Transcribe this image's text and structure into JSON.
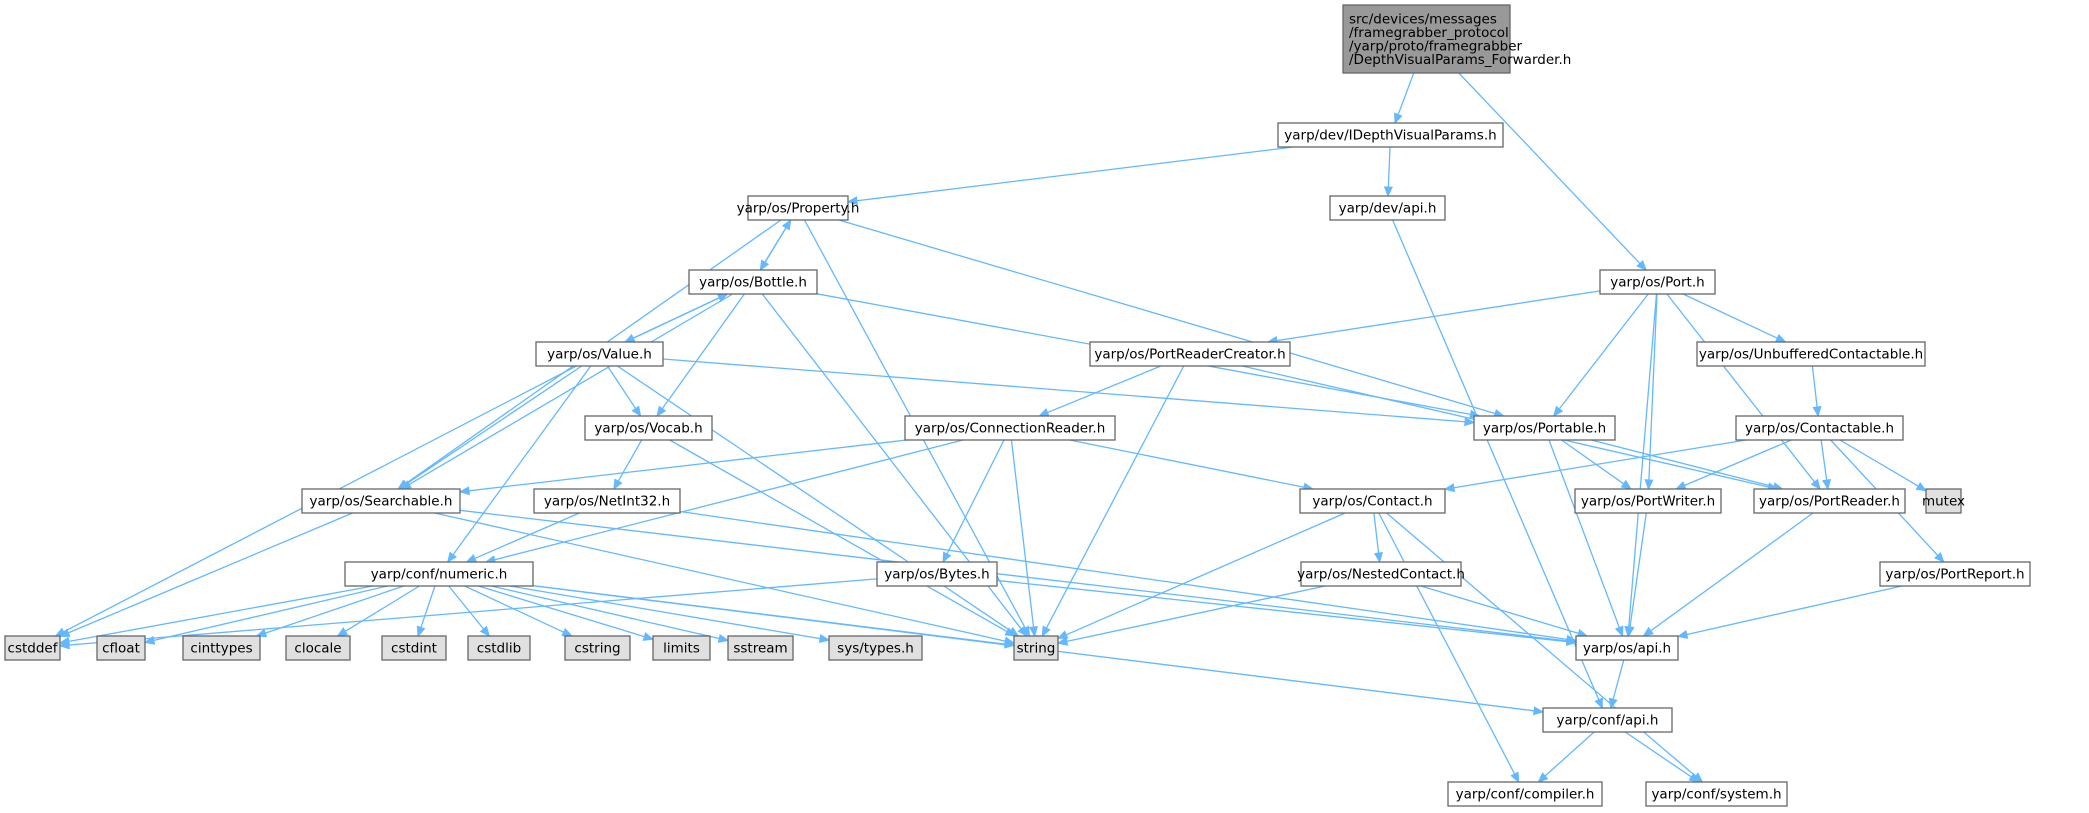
{
  "colors": {
    "root_fill": "#999999",
    "node_fill": "#ffffff",
    "system_fill": "#e0e0e0",
    "border": "#666666",
    "edge": "#63b8ff",
    "text": "#000000"
  },
  "nodes": [
    {
      "id": "root",
      "kind": "root",
      "lines": [
        "src/devices/messages",
        "/framegrabber_protocol",
        "/yarp/proto/framegrabber",
        "/DepthVisualParams_Forwarder.h"
      ]
    },
    {
      "id": "idepth",
      "kind": "header",
      "lines": [
        "yarp/dev/IDepthVisualParams.h"
      ]
    },
    {
      "id": "property",
      "kind": "header",
      "lines": [
        "yarp/os/Property.h"
      ]
    },
    {
      "id": "devapi",
      "kind": "header",
      "lines": [
        "yarp/dev/api.h"
      ]
    },
    {
      "id": "port",
      "kind": "header",
      "lines": [
        "yarp/os/Port.h"
      ]
    },
    {
      "id": "bottle",
      "kind": "header",
      "lines": [
        "yarp/os/Bottle.h"
      ]
    },
    {
      "id": "value",
      "kind": "header",
      "lines": [
        "yarp/os/Value.h"
      ]
    },
    {
      "id": "prc",
      "kind": "header",
      "lines": [
        "yarp/os/PortReaderCreator.h"
      ]
    },
    {
      "id": "unbuf",
      "kind": "header",
      "lines": [
        "yarp/os/UnbufferedContactable.h"
      ]
    },
    {
      "id": "vocab",
      "kind": "header",
      "lines": [
        "yarp/os/Vocab.h"
      ]
    },
    {
      "id": "connreader",
      "kind": "header",
      "lines": [
        "yarp/os/ConnectionReader.h"
      ]
    },
    {
      "id": "portable",
      "kind": "header",
      "lines": [
        "yarp/os/Portable.h"
      ]
    },
    {
      "id": "contactable",
      "kind": "header",
      "lines": [
        "yarp/os/Contactable.h"
      ]
    },
    {
      "id": "searchable",
      "kind": "header",
      "lines": [
        "yarp/os/Searchable.h"
      ]
    },
    {
      "id": "netint32",
      "kind": "header",
      "lines": [
        "yarp/os/NetInt32.h"
      ]
    },
    {
      "id": "contact",
      "kind": "header",
      "lines": [
        "yarp/os/Contact.h"
      ]
    },
    {
      "id": "portwriter",
      "kind": "header",
      "lines": [
        "yarp/os/PortWriter.h"
      ]
    },
    {
      "id": "portreader",
      "kind": "header",
      "lines": [
        "yarp/os/PortReader.h"
      ]
    },
    {
      "id": "mutex",
      "kind": "system",
      "lines": [
        "mutex"
      ]
    },
    {
      "id": "numeric",
      "kind": "header",
      "lines": [
        "yarp/conf/numeric.h"
      ]
    },
    {
      "id": "bytes",
      "kind": "header",
      "lines": [
        "yarp/os/Bytes.h"
      ]
    },
    {
      "id": "nested",
      "kind": "header",
      "lines": [
        "yarp/os/NestedContact.h"
      ]
    },
    {
      "id": "portreport",
      "kind": "header",
      "lines": [
        "yarp/os/PortReport.h"
      ]
    },
    {
      "id": "cstddef",
      "kind": "system",
      "lines": [
        "cstddef"
      ]
    },
    {
      "id": "cfloat",
      "kind": "system",
      "lines": [
        "cfloat"
      ]
    },
    {
      "id": "cinttypes",
      "kind": "system",
      "lines": [
        "cinttypes"
      ]
    },
    {
      "id": "clocale",
      "kind": "system",
      "lines": [
        "clocale"
      ]
    },
    {
      "id": "cstdint",
      "kind": "system",
      "lines": [
        "cstdint"
      ]
    },
    {
      "id": "cstdlib",
      "kind": "system",
      "lines": [
        "cstdlib"
      ]
    },
    {
      "id": "cstring",
      "kind": "system",
      "lines": [
        "cstring"
      ]
    },
    {
      "id": "limits",
      "kind": "system",
      "lines": [
        "limits"
      ]
    },
    {
      "id": "sstream",
      "kind": "system",
      "lines": [
        "sstream"
      ]
    },
    {
      "id": "systypes",
      "kind": "system",
      "lines": [
        "sys/types.h"
      ]
    },
    {
      "id": "string",
      "kind": "system",
      "lines": [
        "string"
      ]
    },
    {
      "id": "osapi",
      "kind": "header",
      "lines": [
        "yarp/os/api.h"
      ]
    },
    {
      "id": "confapi",
      "kind": "header",
      "lines": [
        "yarp/conf/api.h"
      ]
    },
    {
      "id": "compiler",
      "kind": "header",
      "lines": [
        "yarp/conf/compiler.h"
      ]
    },
    {
      "id": "system",
      "kind": "header",
      "lines": [
        "yarp/conf/system.h"
      ]
    }
  ],
  "edges": [
    [
      "root",
      "idepth"
    ],
    [
      "root",
      "port"
    ],
    [
      "idepth",
      "property"
    ],
    [
      "idepth",
      "devapi"
    ],
    [
      "devapi",
      "confapi"
    ],
    [
      "property",
      "bottle"
    ],
    [
      "property",
      "searchable"
    ],
    [
      "property",
      "string"
    ],
    [
      "property",
      "portable"
    ],
    [
      "bottle",
      "property"
    ],
    [
      "bottle",
      "value"
    ],
    [
      "bottle",
      "vocab"
    ],
    [
      "bottle",
      "searchable"
    ],
    [
      "bottle",
      "string"
    ],
    [
      "bottle",
      "portable"
    ],
    [
      "value",
      "bottle"
    ],
    [
      "value",
      "searchable"
    ],
    [
      "value",
      "vocab"
    ],
    [
      "value",
      "portable"
    ],
    [
      "value",
      "numeric"
    ],
    [
      "value",
      "cstddef"
    ],
    [
      "value",
      "string"
    ],
    [
      "vocab",
      "netint32"
    ],
    [
      "vocab",
      "string"
    ],
    [
      "netint32",
      "numeric"
    ],
    [
      "netint32",
      "osapi"
    ],
    [
      "searchable",
      "cstddef"
    ],
    [
      "searchable",
      "string"
    ],
    [
      "searchable",
      "osapi"
    ],
    [
      "numeric",
      "cstddef"
    ],
    [
      "numeric",
      "cfloat"
    ],
    [
      "numeric",
      "cinttypes"
    ],
    [
      "numeric",
      "clocale"
    ],
    [
      "numeric",
      "cstdint"
    ],
    [
      "numeric",
      "cstdlib"
    ],
    [
      "numeric",
      "cstring"
    ],
    [
      "numeric",
      "limits"
    ],
    [
      "numeric",
      "sstream"
    ],
    [
      "numeric",
      "systypes"
    ],
    [
      "numeric",
      "string"
    ],
    [
      "numeric",
      "confapi"
    ],
    [
      "port",
      "prc"
    ],
    [
      "port",
      "unbuf"
    ],
    [
      "port",
      "portable"
    ],
    [
      "port",
      "portwriter"
    ],
    [
      "port",
      "portreader"
    ],
    [
      "port",
      "osapi"
    ],
    [
      "prc",
      "connreader"
    ],
    [
      "prc",
      "portreader"
    ],
    [
      "prc",
      "string"
    ],
    [
      "unbuf",
      "contactable"
    ],
    [
      "contactable",
      "contact"
    ],
    [
      "contactable",
      "portwriter"
    ],
    [
      "contactable",
      "portreader"
    ],
    [
      "contactable",
      "mutex"
    ],
    [
      "contactable",
      "portreport"
    ],
    [
      "connreader",
      "searchable"
    ],
    [
      "connreader",
      "numeric"
    ],
    [
      "connreader",
      "bytes"
    ],
    [
      "connreader",
      "string"
    ],
    [
      "connreader",
      "contact"
    ],
    [
      "portable",
      "portwriter"
    ],
    [
      "portable",
      "portreader"
    ],
    [
      "portable",
      "osapi"
    ],
    [
      "contact",
      "nested"
    ],
    [
      "contact",
      "string"
    ],
    [
      "contact",
      "compiler"
    ],
    [
      "contact",
      "system"
    ],
    [
      "nested",
      "string"
    ],
    [
      "nested",
      "osapi"
    ],
    [
      "bytes",
      "cstddef"
    ],
    [
      "bytes",
      "osapi"
    ],
    [
      "portwriter",
      "osapi"
    ],
    [
      "portreader",
      "osapi"
    ],
    [
      "portreport",
      "osapi"
    ],
    [
      "osapi",
      "confapi"
    ],
    [
      "confapi",
      "compiler"
    ],
    [
      "confapi",
      "system"
    ]
  ]
}
